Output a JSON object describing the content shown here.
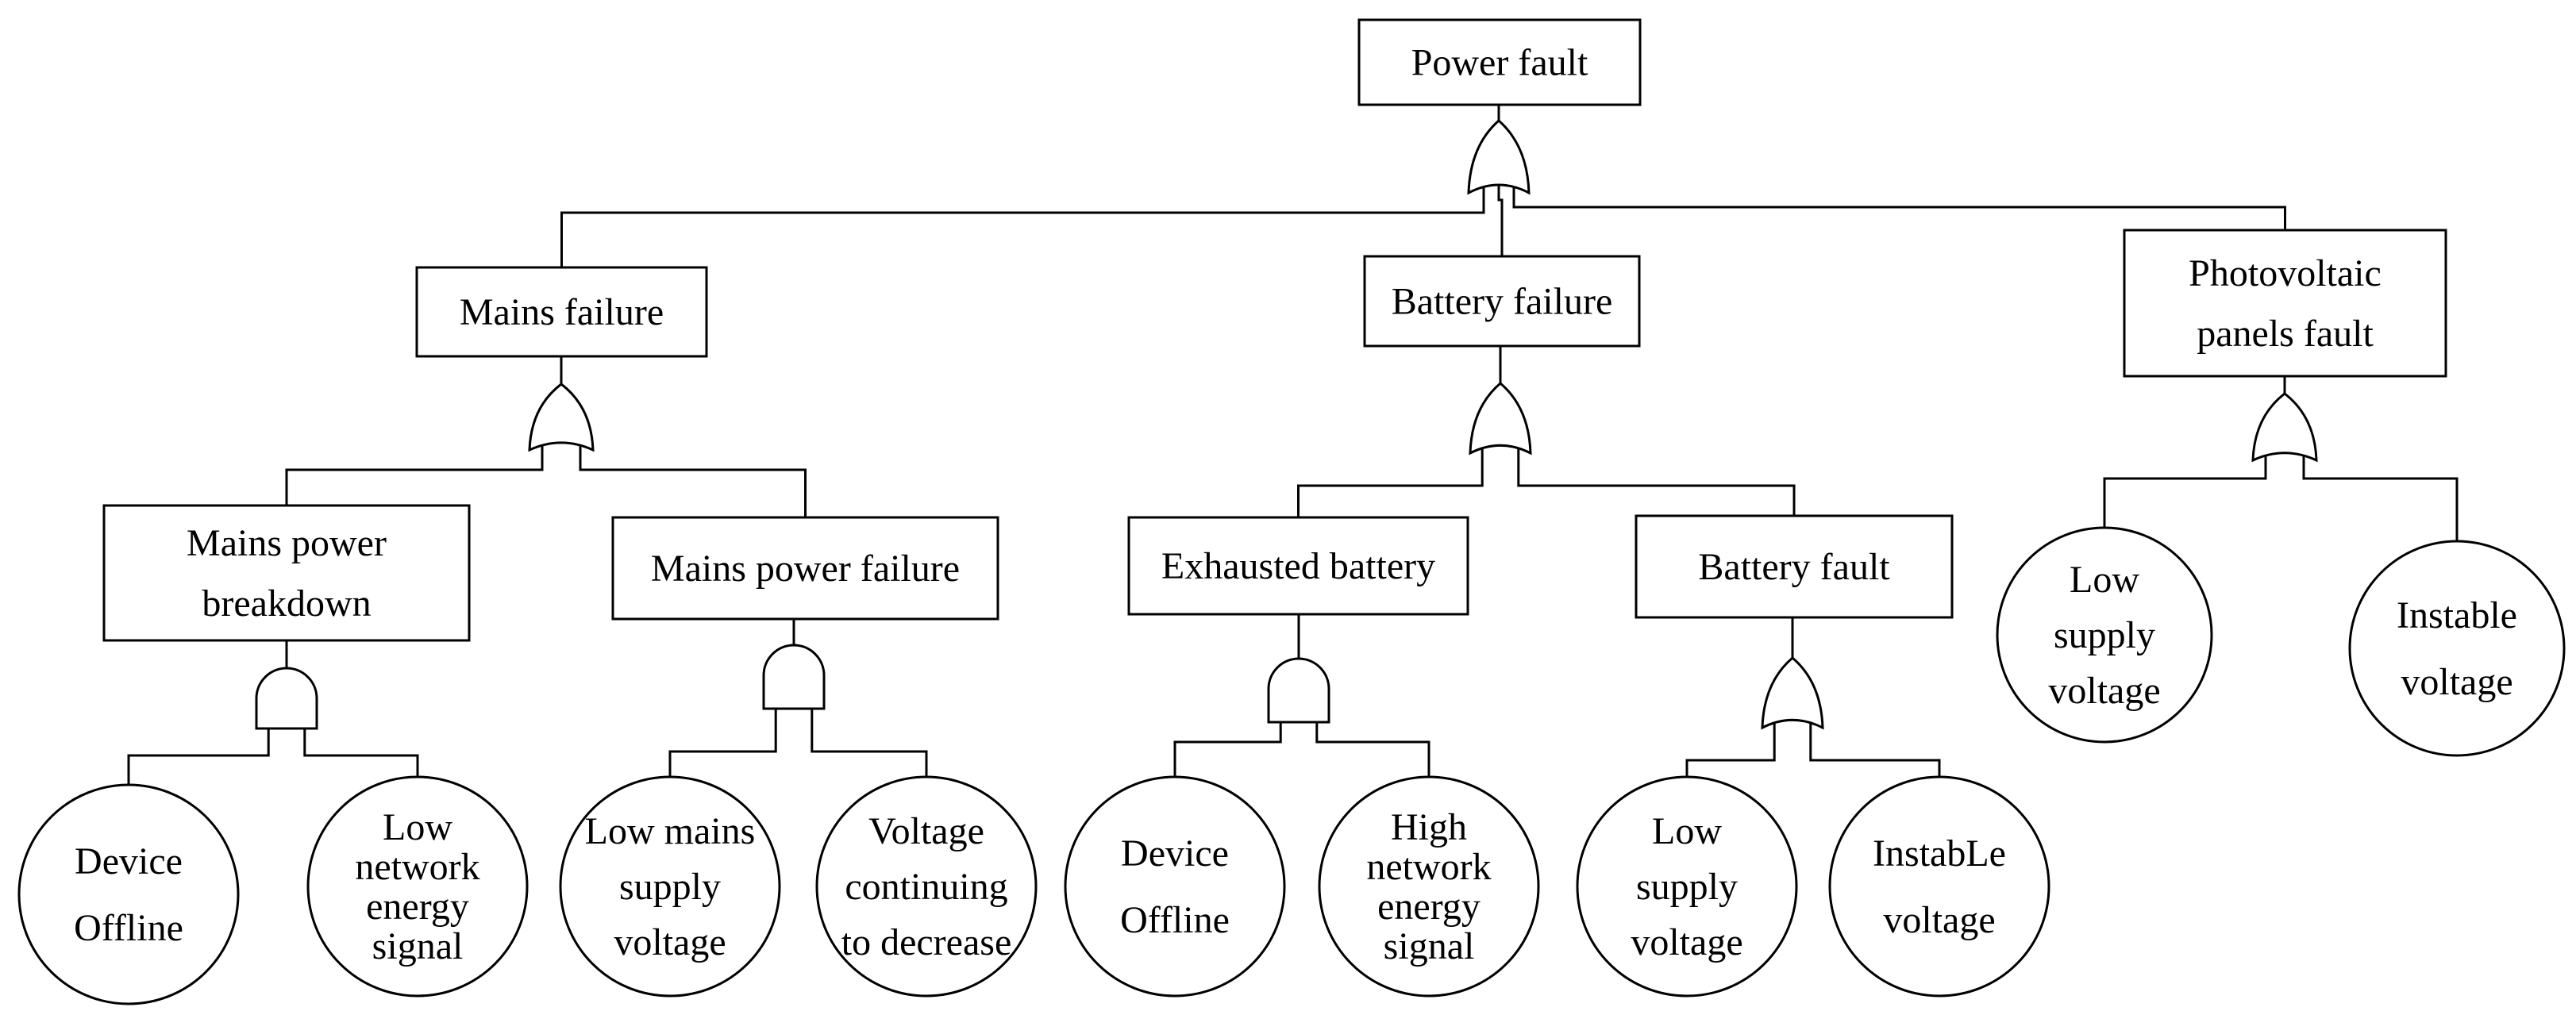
{
  "fault_tree": {
    "top": {
      "id": "power-fault",
      "label": "Power fault",
      "gate": "OR"
    },
    "nodes": [
      {
        "id": "mains-failure",
        "label": [
          "Mains failure"
        ],
        "gate": "OR",
        "parent": "power-fault",
        "shape": "event"
      },
      {
        "id": "battery-failure",
        "label": [
          "Battery failure"
        ],
        "gate": "OR",
        "parent": "power-fault",
        "shape": "event"
      },
      {
        "id": "photovoltaic-panels-fault",
        "label": [
          "Photovoltaic",
          "panels fault"
        ],
        "gate": "OR",
        "parent": "power-fault",
        "shape": "event"
      },
      {
        "id": "mains-power-breakdown",
        "label": [
          "Mains power",
          "breakdown"
        ],
        "gate": "AND",
        "parent": "mains-failure",
        "shape": "event"
      },
      {
        "id": "mains-power-failure",
        "label": [
          "Mains power failure"
        ],
        "gate": "AND",
        "parent": "mains-failure",
        "shape": "event"
      },
      {
        "id": "exhausted-battery",
        "label": [
          "Exhausted battery"
        ],
        "gate": "AND",
        "parent": "battery-failure",
        "shape": "event"
      },
      {
        "id": "battery-fault",
        "label": [
          "Battery fault"
        ],
        "gate": "OR",
        "parent": "battery-failure",
        "shape": "event"
      },
      {
        "id": "device-offline-1",
        "label": [
          "Device",
          "Offline"
        ],
        "parent": "mains-power-breakdown",
        "shape": "basic"
      },
      {
        "id": "low-network-energy-signal",
        "label": [
          "Low",
          "network",
          "energy",
          "signal"
        ],
        "parent": "mains-power-breakdown",
        "shape": "basic"
      },
      {
        "id": "low-mains-supply-voltage",
        "label": [
          "Low mains",
          "supply",
          "voltage"
        ],
        "parent": "mains-power-failure",
        "shape": "basic"
      },
      {
        "id": "voltage-continuing-to-decrease",
        "label": [
          "Voltage",
          "continuing",
          "to decrease"
        ],
        "parent": "mains-power-failure",
        "shape": "basic"
      },
      {
        "id": "device-offline-2",
        "label": [
          "Device",
          "Offline"
        ],
        "parent": "exhausted-battery",
        "shape": "basic"
      },
      {
        "id": "high-network-energy-signal",
        "label": [
          "High",
          "network",
          "energy",
          "signal"
        ],
        "parent": "exhausted-battery",
        "shape": "basic"
      },
      {
        "id": "low-supply-voltage-1",
        "label": [
          "Low",
          "supply",
          "voltage"
        ],
        "parent": "battery-fault",
        "shape": "basic"
      },
      {
        "id": "instable-voltage-1",
        "label": [
          "InstabLe",
          "voltage"
        ],
        "parent": "battery-fault",
        "shape": "basic"
      },
      {
        "id": "low-supply-voltage-2",
        "label": [
          "Low",
          "supply",
          "voltage"
        ],
        "parent": "photovoltaic-panels-fault",
        "shape": "basic"
      },
      {
        "id": "instable-voltage-2",
        "label": [
          "Instable",
          "voltage"
        ],
        "parent": "photovoltaic-panels-fault",
        "shape": "basic"
      }
    ]
  }
}
